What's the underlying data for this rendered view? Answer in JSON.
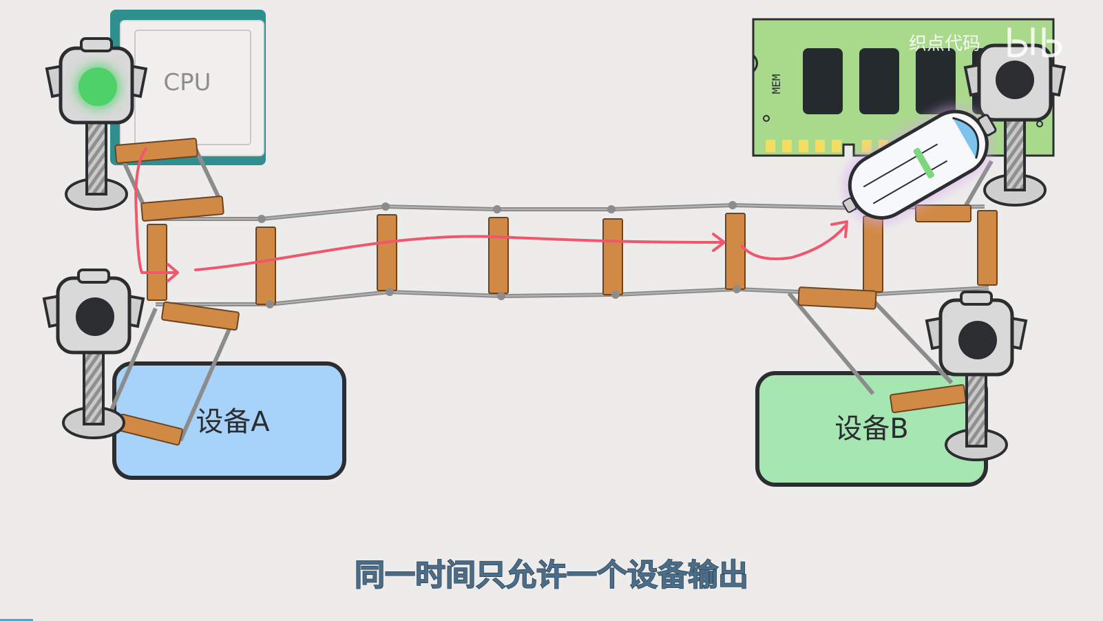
{
  "diagram": {
    "cpu_label": "CPU",
    "mem_label": "MEM",
    "device_a_label": "设备A",
    "device_b_label": "设备B",
    "watermark_text": "织点代码",
    "watermark_logo": "bilibili-logo",
    "subtitle": "同一时间只允许一个设备输出"
  },
  "colors": {
    "background": "#edecea",
    "cpu_frame": "#2f8f8f",
    "mem_board": "#a9d98b",
    "device_a": "#a7d3fb",
    "device_b": "#a6e6b2",
    "signal_on": "#4fd16a",
    "signal_off": "#2b2d30",
    "plank": "#d18a45",
    "rail": "#8c8c8c",
    "data_path": "#f0566c",
    "subtitle": "#4a6e8a"
  },
  "icons": [
    "traffic-light-icon",
    "bus-capsule-icon",
    "arrow-icon"
  ],
  "playback": {
    "progress": 0.03
  }
}
